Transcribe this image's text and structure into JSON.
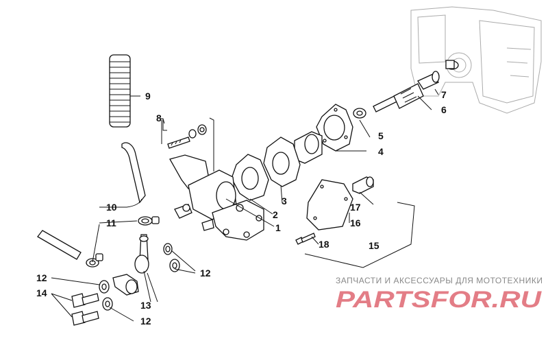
{
  "callouts": {
    "c1": "1",
    "c2": "2",
    "c3": "3",
    "c4": "4",
    "c5": "5",
    "c6": "6",
    "c7": "7",
    "c8": "8",
    "c9": "9",
    "c10": "10",
    "c11": "11",
    "c12a": "12",
    "c12b": "12",
    "c12c": "12",
    "c13": "13",
    "c14": "14",
    "c15": "15",
    "c16": "16",
    "c17": "17",
    "c18": "18"
  },
  "watermark": {
    "subtitle": "ЗАПЧАСТИ И АКСЕССУАРЫ ДЛЯ МОТОТЕХНИКИ",
    "logo": "PARTSFOR.RU",
    "color": "#e0707a"
  }
}
